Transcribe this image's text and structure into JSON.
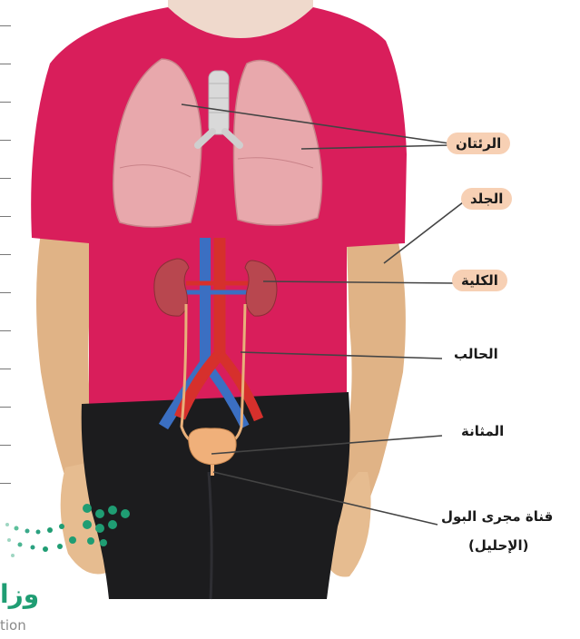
{
  "labels": {
    "lungs": "الرئتان",
    "skin": "الجلد",
    "kidney": "الكلية",
    "ureter": "الحالب",
    "bladder": "المثانة",
    "urethra_line1": "قناة مجرى البول",
    "urethra_line2": "(الإحليل)"
  },
  "watermark": {
    "arabic_text": "وزا",
    "latin_text": "tion"
  },
  "colors": {
    "shirt": "#d91e5b",
    "skin": "#e0b386",
    "lungs": "#e8a8ac",
    "pants": "#1c1c1e",
    "artery": "#d6302c",
    "vein": "#3b6fc2",
    "label_pill": "#f7d0b4",
    "logo_green": "#1f9d73"
  }
}
